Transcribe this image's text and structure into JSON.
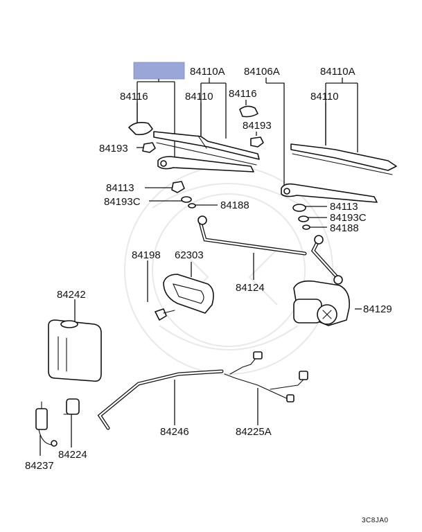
{
  "highlight_color": "#9aa6d8",
  "labels": {
    "p84110A_left": "84110A",
    "p84106A": "84106A",
    "p84110A_right": "84110A",
    "p84116_left": "84116",
    "p84110_left": "84110",
    "p84116_right": "84116",
    "p84110_right": "84110",
    "p84193_top": "84193",
    "p84193_left": "84193",
    "p84113_left": "84113",
    "p84193C_left": "84193C",
    "p84188_left": "84188",
    "p84113_right": "84113",
    "p84193C_right": "84193C",
    "p84188_right": "84188",
    "p84198": "84198",
    "p62303": "62303",
    "p84124": "84124",
    "p84129": "84129",
    "p84242": "84242",
    "p84246": "84246",
    "p84225A": "84225A",
    "p84224": "84224",
    "p84237": "84237"
  },
  "diagram_code": "3C8JA0"
}
